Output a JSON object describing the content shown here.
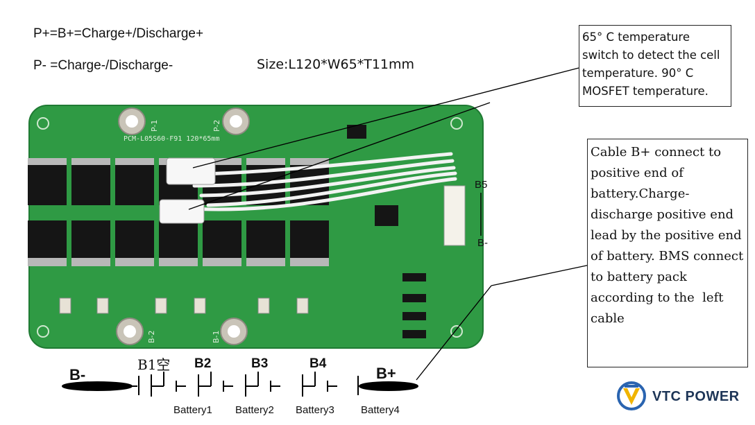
{
  "header": {
    "line1": "P+=B+=Charge+/Discharge+",
    "line2": "P- =Charge-/Discharge-",
    "size": "Size:L120*W65*T11mm"
  },
  "callouts": {
    "temperature": "65° C temperature switch to detect the cell temperature. 90° C MOSFET temperature.",
    "cable": "Cable B+ connect to positive end of battery.Charge-discharge positive end lead by the positive end of battery. BMS connect to battery pack according to the  left cable"
  },
  "board": {
    "silkscreen": "PCM-L05S60-F91 120*65mm",
    "pad_p1": "P-1",
    "pad_p2": "P-2",
    "pad_b2": "B-2",
    "pad_b1": "B-1",
    "connector_top": "B5",
    "connector_bottom": "B-"
  },
  "wiring": {
    "b_minus": "B-",
    "b1": "B1空",
    "b2": "B2",
    "b3": "B3",
    "b4": "B4",
    "b_plus": "B+",
    "batteries": [
      "Battery1",
      "Battery2",
      "Battery3",
      "Battery4"
    ]
  },
  "brand": {
    "name": "VTC POWER",
    "ring_color": "#2a64b0",
    "mark_color": "#f0b400"
  },
  "colors": {
    "pcb": "#2f9a44",
    "pcb_dark": "#1f7a33"
  }
}
